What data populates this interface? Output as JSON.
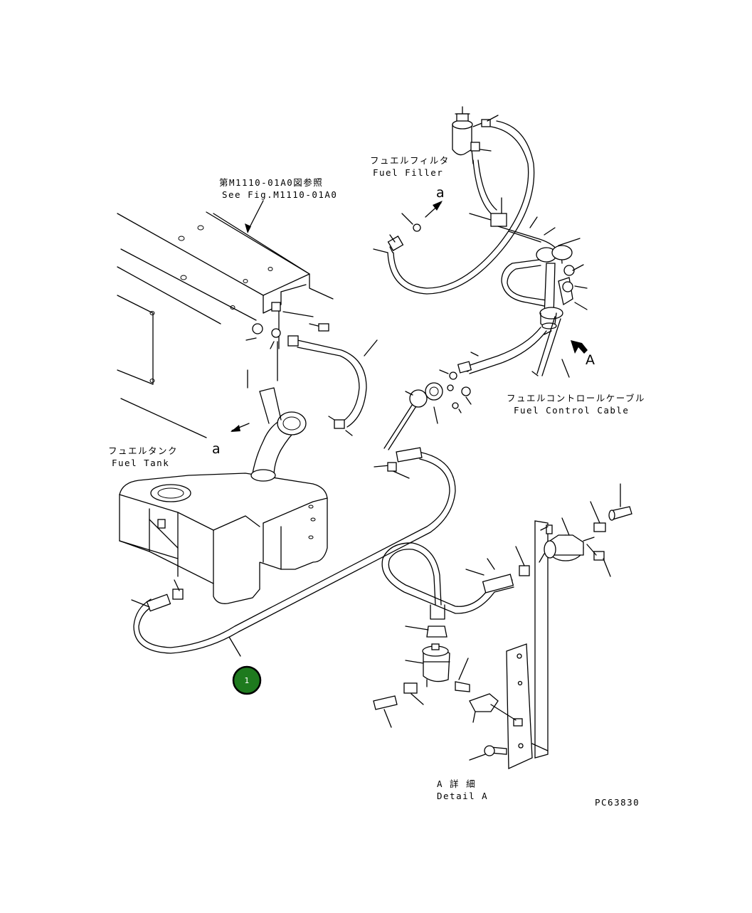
{
  "labels": {
    "see_fig_jp": "第M1110-01A0図参照",
    "see_fig_en": "See Fig.M1110-01A0",
    "fuel_filler_jp": "フュエルフィルタ",
    "fuel_filler_en": "Fuel Filler",
    "fuel_tank_jp": "フュエルタンク",
    "fuel_tank_en": "Fuel Tank",
    "fuel_control_cable_jp": "フュエルコントロールケーブル",
    "fuel_control_cable_en": "Fuel Control Cable",
    "detail_a_jp": "A 詳 細",
    "detail_a_en": "Detail A",
    "ref_a_upper": "a",
    "ref_a_lower": "a",
    "view_a": "A",
    "drawing_code": "PC63830"
  },
  "callouts": [
    {
      "number": "1",
      "color": "#1e7a1e"
    }
  ]
}
